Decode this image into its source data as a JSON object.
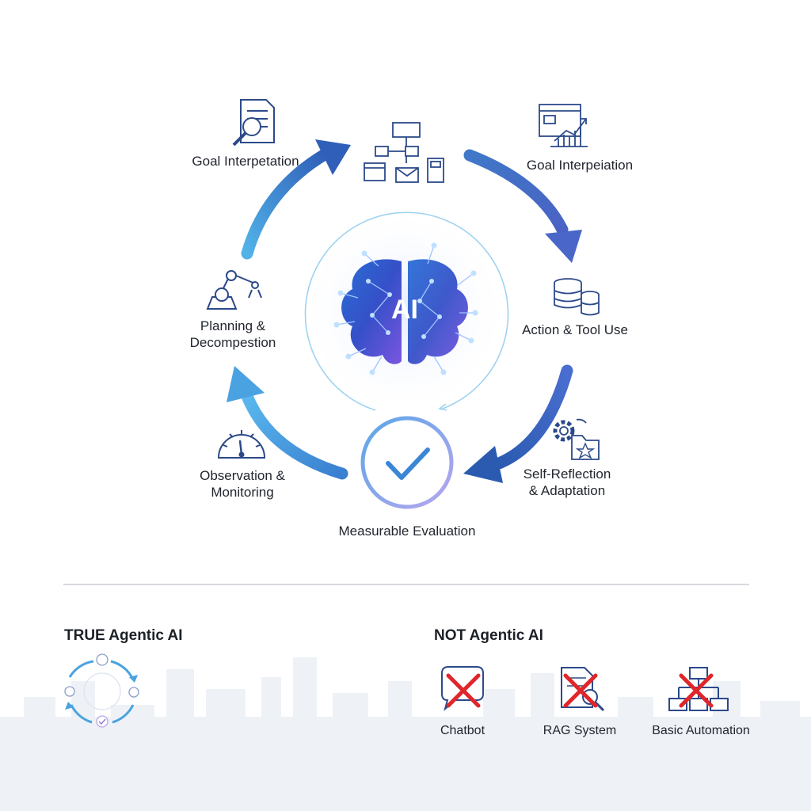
{
  "center": {
    "label": "AI"
  },
  "cycle": {
    "goal_left": "Goal Interpetation",
    "goal_right": "Goal Interpeiation",
    "action": "Action & Tool Use",
    "reflection": "Self-Reflection\n& Adaptation",
    "evaluation": "Measurable Evaluation",
    "observation": "Observation &\nMonitoring",
    "planning": "Planning &\nDecompestion"
  },
  "true_section": {
    "title": "TRUE Agentic AI"
  },
  "not_section": {
    "title": "NOT Agentic AI",
    "items": [
      {
        "label": "Chatbot",
        "icon": "chat-bubble-crossed-icon"
      },
      {
        "label": "RAG System",
        "icon": "document-search-crossed-icon"
      },
      {
        "label": "Basic Automation",
        "icon": "flowchart-crossed-icon"
      }
    ]
  },
  "colors": {
    "arrow_light": "#4aa3e0",
    "arrow_dark": "#2f5fb8",
    "icon_blue": "#2c4a8a",
    "check_purple": "#9b8fe6",
    "cross_red": "#e0262a"
  }
}
